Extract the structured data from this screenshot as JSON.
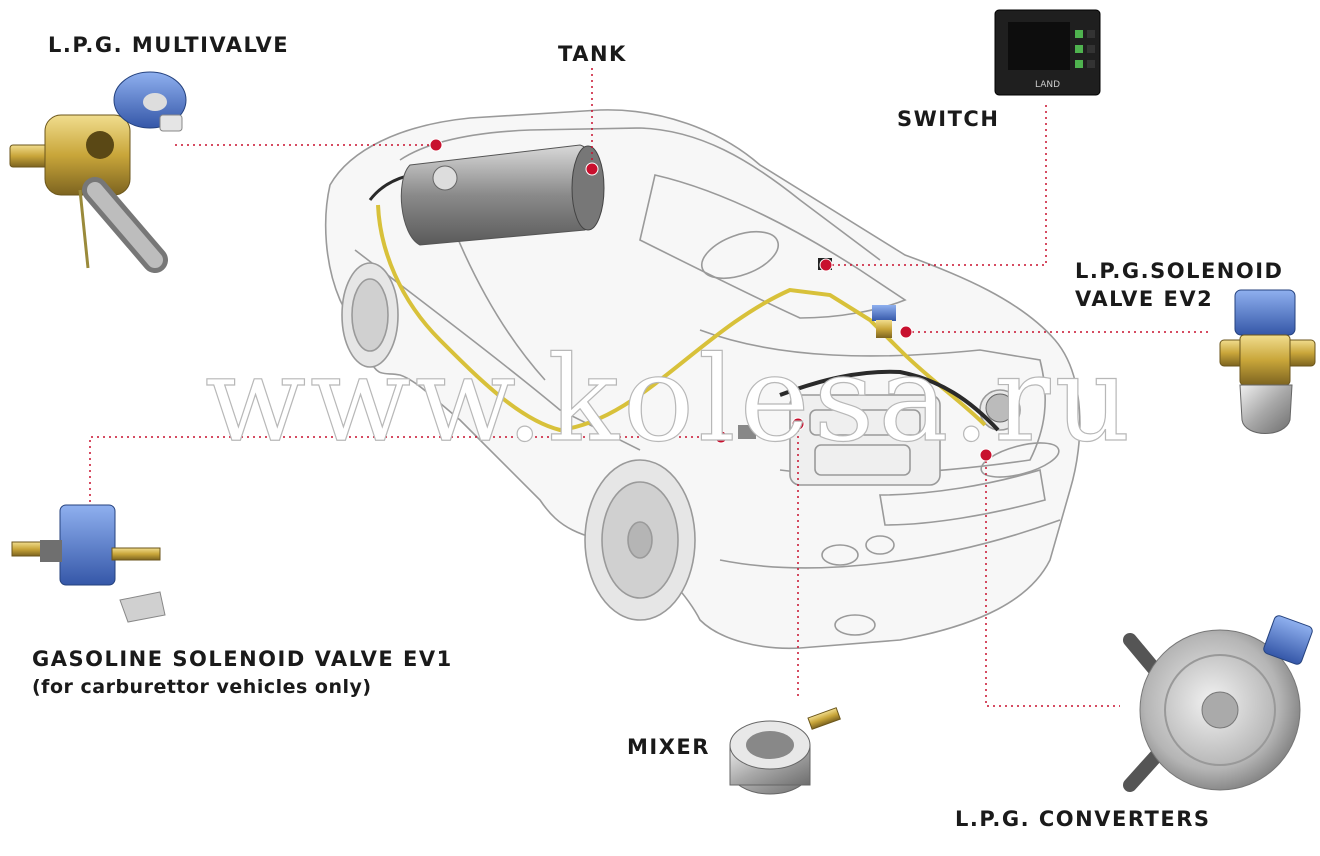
{
  "labels": {
    "multivalve": "L.P.G. MULTIVALVE",
    "tank": "TANK",
    "switch": "SWITCH",
    "solenoid_ev2_line1": "L.P.G.SOLENOID",
    "solenoid_ev2_line2": "VALVE EV2",
    "gasoline_ev1_line1": "GASOLINE SOLENOID VALVE EV1",
    "gasoline_ev1_line2": "(for carburettor vehicles only)",
    "mixer": "MIXER",
    "converters": "L.P.G. CONVERTERS"
  },
  "watermark": "www.kolesa.ru",
  "switch_brand": "LAND",
  "colors": {
    "leader_line": "#c8102e",
    "marker_dot": "#c8102e",
    "fuel_line": "#d8c13a",
    "car_outline": "#9a9a9a",
    "component_blue": "#4a6fc2",
    "brass": "#c9a63a"
  }
}
